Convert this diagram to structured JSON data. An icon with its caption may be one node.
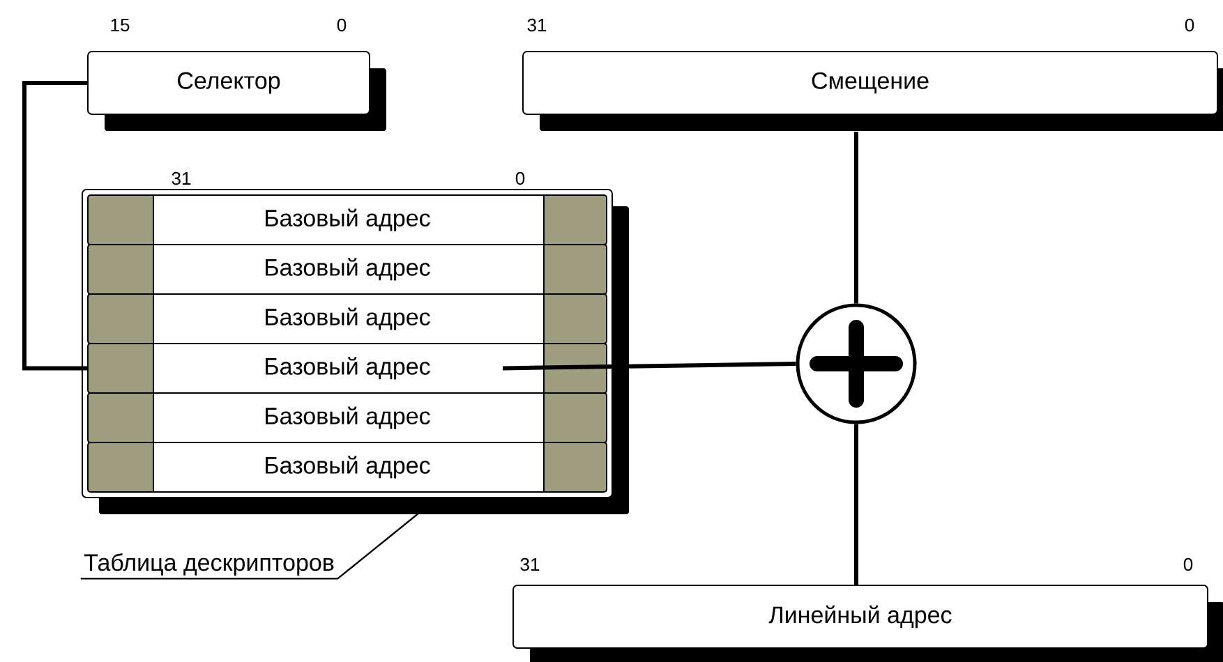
{
  "diagram": {
    "nodes": [
      {
        "text": [
          "Селектор"
        ],
        "beside": [
          "15",
          "0"
        ]
      },
      {
        "text": [
          "Смещение"
        ],
        "beside": [
          "31",
          "0"
        ]
      },
      {
        "text": [],
        "shape": "box"
      },
      {
        "text": [
          "Базовый адрес"
        ],
        "in": 2
      },
      {
        "text": [
          "Базовый адрес"
        ],
        "in": 2
      },
      {
        "text": [
          "Базовый адрес"
        ],
        "in": 2
      },
      {
        "text": [
          "Базовый адрес"
        ],
        "in": 2
      },
      {
        "text": [
          "Базовый адрес"
        ],
        "in": 2
      },
      {
        "text": [
          "Базовый адрес"
        ],
        "in": 2
      },
      {
        "text": [],
        "shape": "circle"
      },
      {
        "text": [
          "Линейный адрес"
        ],
        "beside": [
          "31",
          "0"
        ]
      },
      {
        "text": [
          "Таблица дескрипторов"
        ]
      }
    ],
    "edges": [
      {
        "from": 0,
        "to": 6,
        "arrow": "none"
      },
      {
        "from": 6,
        "to": 9,
        "arrow": "none"
      },
      {
        "from": 1,
        "to": 9,
        "arrow": "none"
      },
      {
        "from": 9,
        "to": 10,
        "arrow": "none"
      },
      {
        "from": 11,
        "to": 2,
        "arrow": "none"
      }
    ],
    "labels": [
      "31",
      "0"
    ]
  }
}
